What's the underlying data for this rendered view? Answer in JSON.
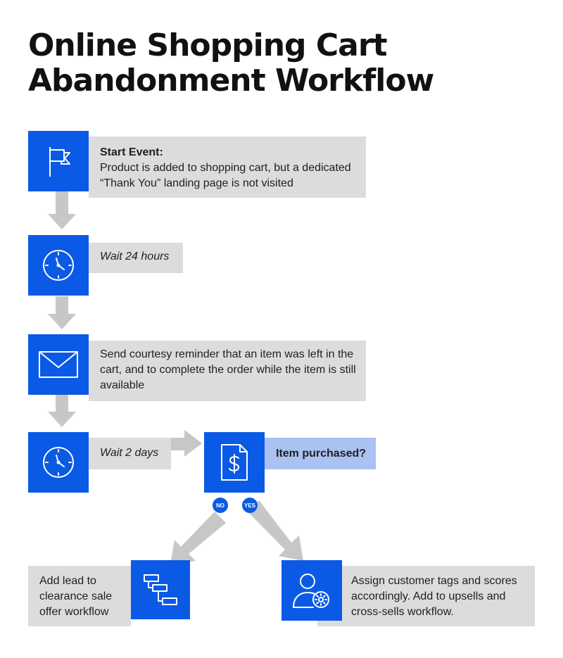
{
  "title": {
    "line1": "Online Shopping Cart",
    "line2": "Abandonment Workflow"
  },
  "steps": {
    "start": {
      "heading": "Start Event:",
      "text": "Product is added to shopping cart, but a dedicated “Thank You” landing page is not visited",
      "icon": "flag-icon"
    },
    "wait_24": {
      "text": "Wait 24 hours",
      "icon": "clock-icon"
    },
    "reminder": {
      "text": "Send courtesy reminder that an item was left in the cart, and to complete the order while the item is still available",
      "icon": "envelope-icon"
    },
    "wait_2": {
      "text": "Wait 2 days",
      "icon": "clock-icon"
    },
    "decision": {
      "text": "Item purchased?",
      "icon": "invoice-dollar-icon"
    },
    "branch_no": {
      "badge": "NO",
      "text": "Add lead to clearance sale offer workflow",
      "icon": "workflow-icon"
    },
    "branch_yes": {
      "badge": "YES",
      "text": "Assign customer tags and scores accordingly. Add to upsells and cross-sells workflow.",
      "icon": "user-settings-icon"
    }
  },
  "colors": {
    "icon_box": "#0a5ae6",
    "text_bar": "#dcdcdc",
    "decision_bar": "#a9c2f2",
    "arrow": "#c7c7c7"
  }
}
